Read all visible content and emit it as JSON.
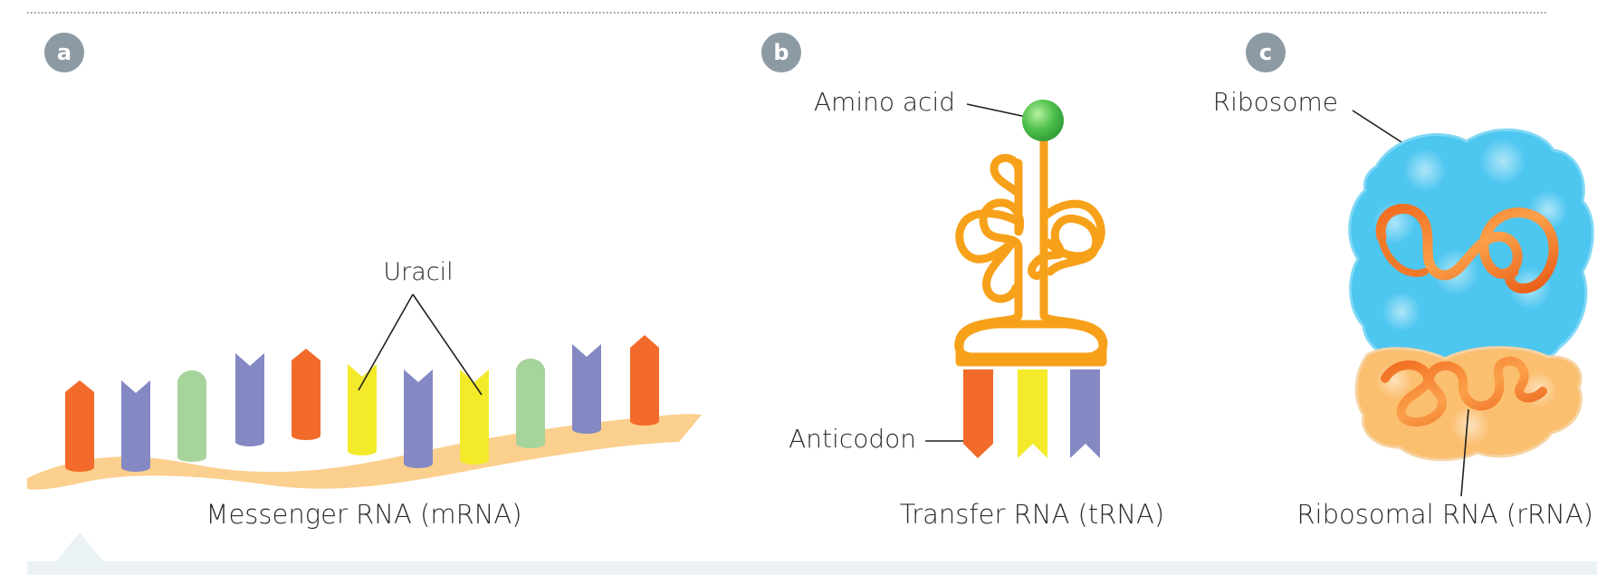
{
  "panels": {
    "a": {
      "badge": "a",
      "title": "Messenger RNA  (mRNA)",
      "callout": "Uracil"
    },
    "b": {
      "badge": "b",
      "title": "Transfer RNA  (tRNA)",
      "amino_label": "Amino acid",
      "anticodon_label": "Anticodon"
    },
    "c": {
      "badge": "c",
      "title": "Ribosomal RNA  (rRNA)",
      "ribosome_label": "Ribosome"
    }
  },
  "colors": {
    "orange": "#f26b2a",
    "purple": "#8489c4",
    "green": "#a6d49a",
    "yellow": "#f3ea2a",
    "strand": "#fbcf8e",
    "trna": "#f7a11a",
    "ribosome_blue": "#4dc6f0",
    "ribosome_orange": "#fbbf70",
    "badge": "#8c9aa3",
    "bottom_band": "#eaf2f5"
  }
}
